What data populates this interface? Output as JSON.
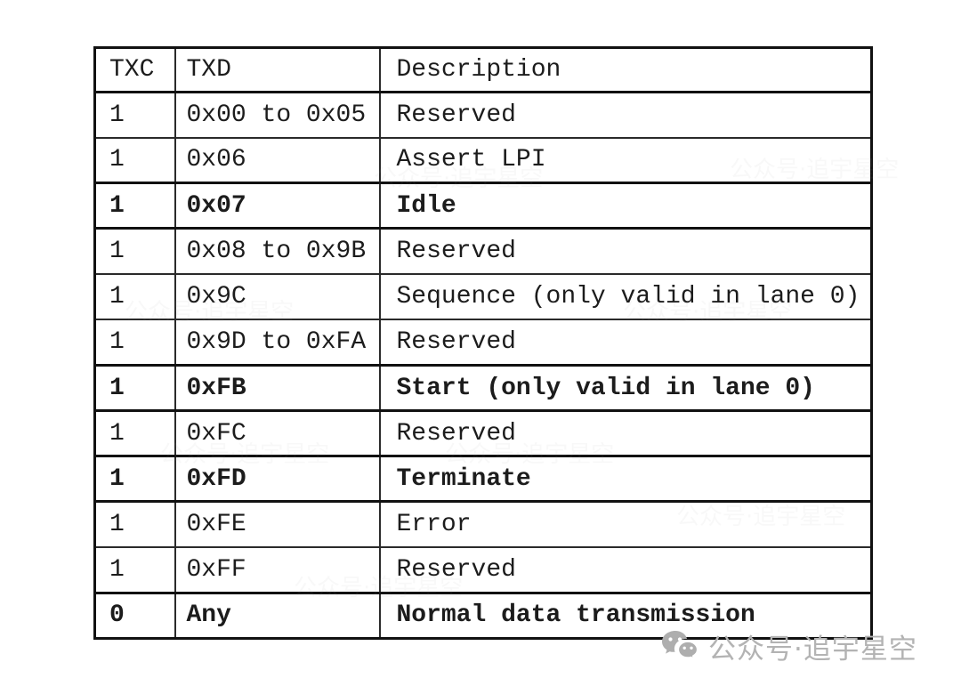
{
  "table": {
    "headers": [
      "TXC",
      "TXD",
      "Description"
    ],
    "rows": [
      {
        "txc": "1",
        "txd": "0x00 to 0x05",
        "desc": "Reserved",
        "bold": false
      },
      {
        "txc": "1",
        "txd": "0x06",
        "desc": "Assert LPI",
        "bold": false
      },
      {
        "txc": "1",
        "txd": "0x07",
        "desc": "Idle",
        "bold": true
      },
      {
        "txc": "1",
        "txd": "0x08 to 0x9B",
        "desc": "Reserved",
        "bold": false
      },
      {
        "txc": "1",
        "txd": "0x9C",
        "desc": "Sequence (only valid in lane 0)",
        "bold": false
      },
      {
        "txc": "1",
        "txd": "0x9D to 0xFA",
        "desc": "Reserved",
        "bold": false
      },
      {
        "txc": "1",
        "txd": "0xFB",
        "desc": "Start (only valid in lane 0)",
        "bold": true
      },
      {
        "txc": "1",
        "txd": "0xFC",
        "desc": "Reserved",
        "bold": false
      },
      {
        "txc": "1",
        "txd": "0xFD",
        "desc": "Terminate",
        "bold": true
      },
      {
        "txc": "1",
        "txd": "0xFE",
        "desc": "Error",
        "bold": false
      },
      {
        "txc": "1",
        "txd": "0xFF",
        "desc": "Reserved",
        "bold": false
      },
      {
        "txc": "0",
        "txd": "Any",
        "desc": "Normal data transmission",
        "bold": true
      }
    ]
  },
  "watermark": {
    "icon": "wechat-icon",
    "text": "公众号·追宇星空",
    "color": "#b3b3b3"
  },
  "colors": {
    "background": "#ffffff",
    "border": "#111111",
    "text": "#1c1c1c"
  }
}
